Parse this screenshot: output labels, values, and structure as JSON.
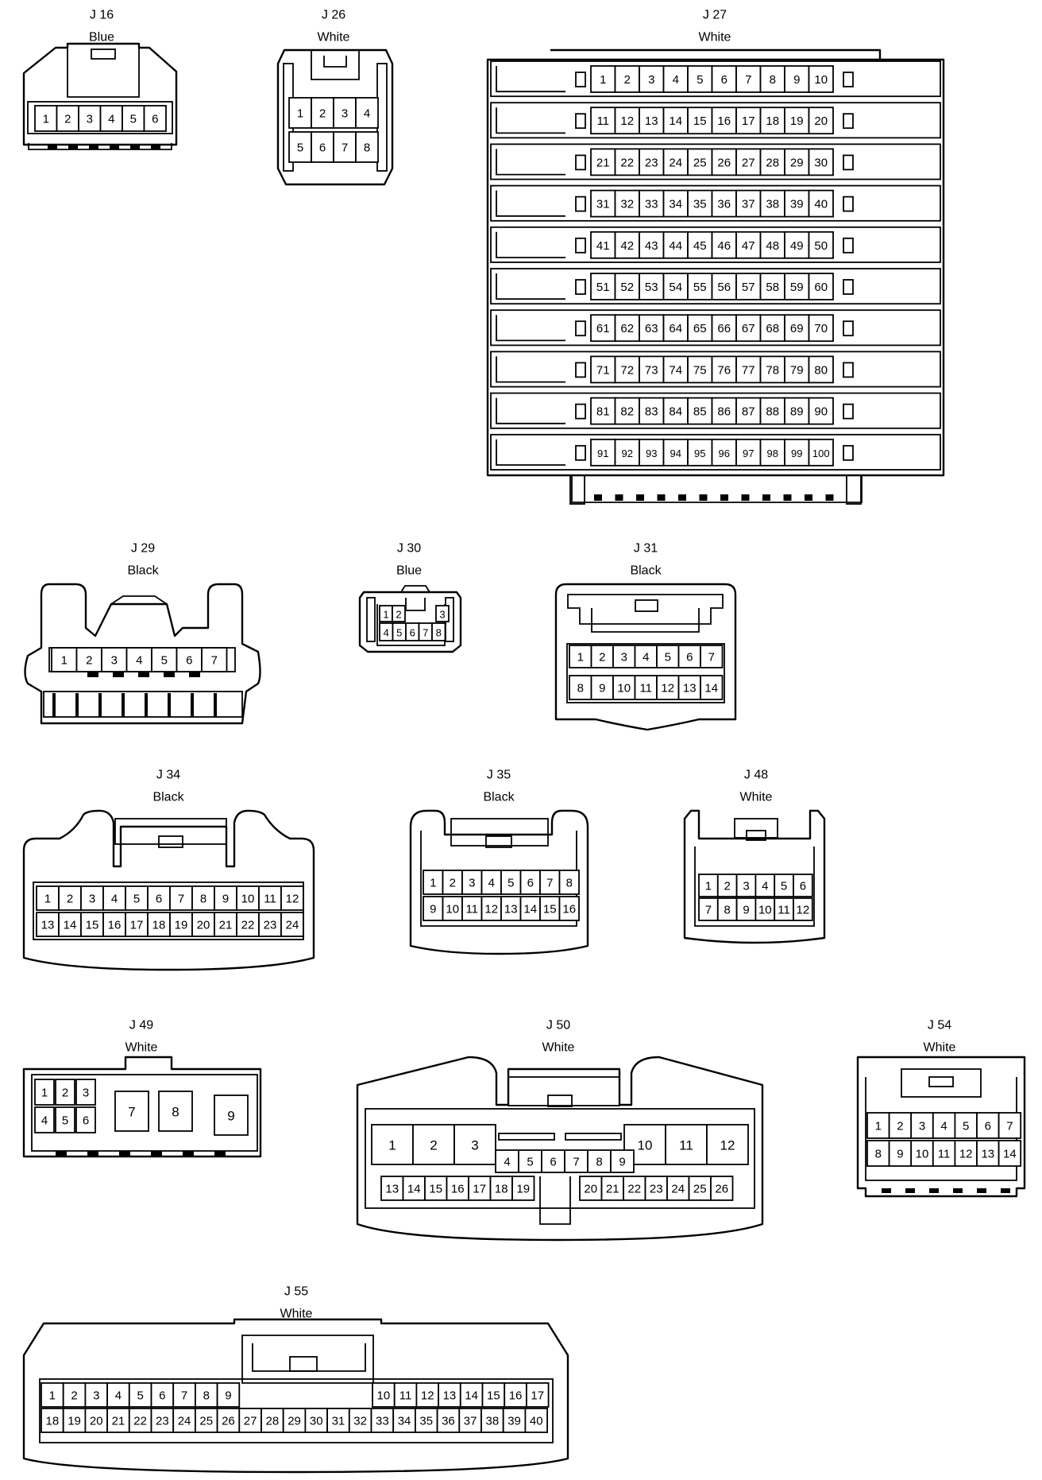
{
  "connectors": [
    {
      "id": "J 16",
      "color": "Blue",
      "rows": [
        [
          "1",
          "2",
          "3",
          "4",
          "5",
          "6"
        ]
      ]
    },
    {
      "id": "J 26",
      "color": "White",
      "rows": [
        [
          "1",
          "2",
          "3",
          "4"
        ],
        [
          "5",
          "6",
          "7",
          "8"
        ]
      ]
    },
    {
      "id": "J 27",
      "color": "White",
      "rows": [
        [
          "1",
          "2",
          "3",
          "4",
          "5",
          "6",
          "7",
          "8",
          "9",
          "10"
        ],
        [
          "11",
          "12",
          "13",
          "14",
          "15",
          "16",
          "17",
          "18",
          "19",
          "20"
        ],
        [
          "21",
          "22",
          "23",
          "24",
          "25",
          "26",
          "27",
          "28",
          "29",
          "30"
        ],
        [
          "31",
          "32",
          "33",
          "34",
          "35",
          "36",
          "37",
          "38",
          "39",
          "40"
        ],
        [
          "41",
          "42",
          "43",
          "44",
          "45",
          "46",
          "47",
          "48",
          "49",
          "50"
        ],
        [
          "51",
          "52",
          "53",
          "54",
          "55",
          "56",
          "57",
          "58",
          "59",
          "60"
        ],
        [
          "61",
          "62",
          "63",
          "64",
          "65",
          "66",
          "67",
          "68",
          "69",
          "70"
        ],
        [
          "71",
          "72",
          "73",
          "74",
          "75",
          "76",
          "77",
          "78",
          "79",
          "80"
        ],
        [
          "81",
          "82",
          "83",
          "84",
          "85",
          "86",
          "87",
          "88",
          "89",
          "90"
        ],
        [
          "91",
          "92",
          "93",
          "94",
          "95",
          "96",
          "97",
          "98",
          "99",
          "100"
        ]
      ]
    },
    {
      "id": "J 29",
      "color": "Black",
      "rows": [
        [
          "1",
          "2",
          "3",
          "4",
          "5",
          "6",
          "7"
        ]
      ]
    },
    {
      "id": "J 30",
      "color": "Blue",
      "rows": [
        [
          "1",
          "2",
          "3"
        ],
        [
          "4",
          "5",
          "6",
          "7",
          "8"
        ]
      ]
    },
    {
      "id": "J 31",
      "color": "Black",
      "rows": [
        [
          "1",
          "2",
          "3",
          "4",
          "5",
          "6",
          "7"
        ],
        [
          "8",
          "9",
          "10",
          "11",
          "12",
          "13",
          "14"
        ]
      ]
    },
    {
      "id": "J 34",
      "color": "Black",
      "rows": [
        [
          "1",
          "2",
          "3",
          "4",
          "5",
          "6",
          "7",
          "8",
          "9",
          "10",
          "11",
          "12"
        ],
        [
          "13",
          "14",
          "15",
          "16",
          "17",
          "18",
          "19",
          "20",
          "21",
          "22",
          "23",
          "24"
        ]
      ]
    },
    {
      "id": "J 35",
      "color": "Black",
      "rows": [
        [
          "1",
          "2",
          "3",
          "4",
          "5",
          "6",
          "7",
          "8"
        ],
        [
          "9",
          "10",
          "11",
          "12",
          "13",
          "14",
          "15",
          "16"
        ]
      ]
    },
    {
      "id": "J 48",
      "color": "White",
      "rows": [
        [
          "1",
          "2",
          "3",
          "4",
          "5",
          "6"
        ],
        [
          "7",
          "8",
          "9",
          "10",
          "11",
          "12"
        ]
      ]
    },
    {
      "id": "J 49",
      "color": "White",
      "rows": [
        [
          "1",
          "2",
          "3",
          "7",
          "8",
          "9"
        ],
        [
          "4",
          "5",
          "6"
        ]
      ]
    },
    {
      "id": "J 50",
      "color": "White",
      "rows": [
        [
          "1",
          "2",
          "3",
          "10",
          "11",
          "12"
        ],
        [
          "4",
          "5",
          "6",
          "7",
          "8",
          "9"
        ],
        [
          "13",
          "14",
          "15",
          "16",
          "17",
          "18",
          "19",
          "20",
          "21",
          "22",
          "23",
          "24",
          "25",
          "26"
        ]
      ]
    },
    {
      "id": "J 54",
      "color": "White",
      "rows": [
        [
          "1",
          "2",
          "3",
          "4",
          "5",
          "6",
          "7"
        ],
        [
          "8",
          "9",
          "10",
          "11",
          "12",
          "13",
          "14"
        ]
      ]
    },
    {
      "id": "J 55",
      "color": "White",
      "rows": [
        [
          "1",
          "2",
          "3",
          "4",
          "5",
          "6",
          "7",
          "8",
          "9",
          "10",
          "11",
          "12",
          "13",
          "14",
          "15",
          "16",
          "17"
        ],
        [
          "18",
          "19",
          "20",
          "21",
          "22",
          "23",
          "24",
          "25",
          "26",
          "27",
          "28",
          "29",
          "30",
          "31",
          "32",
          "33",
          "34",
          "35",
          "36",
          "37",
          "38",
          "39",
          "40"
        ]
      ]
    }
  ]
}
